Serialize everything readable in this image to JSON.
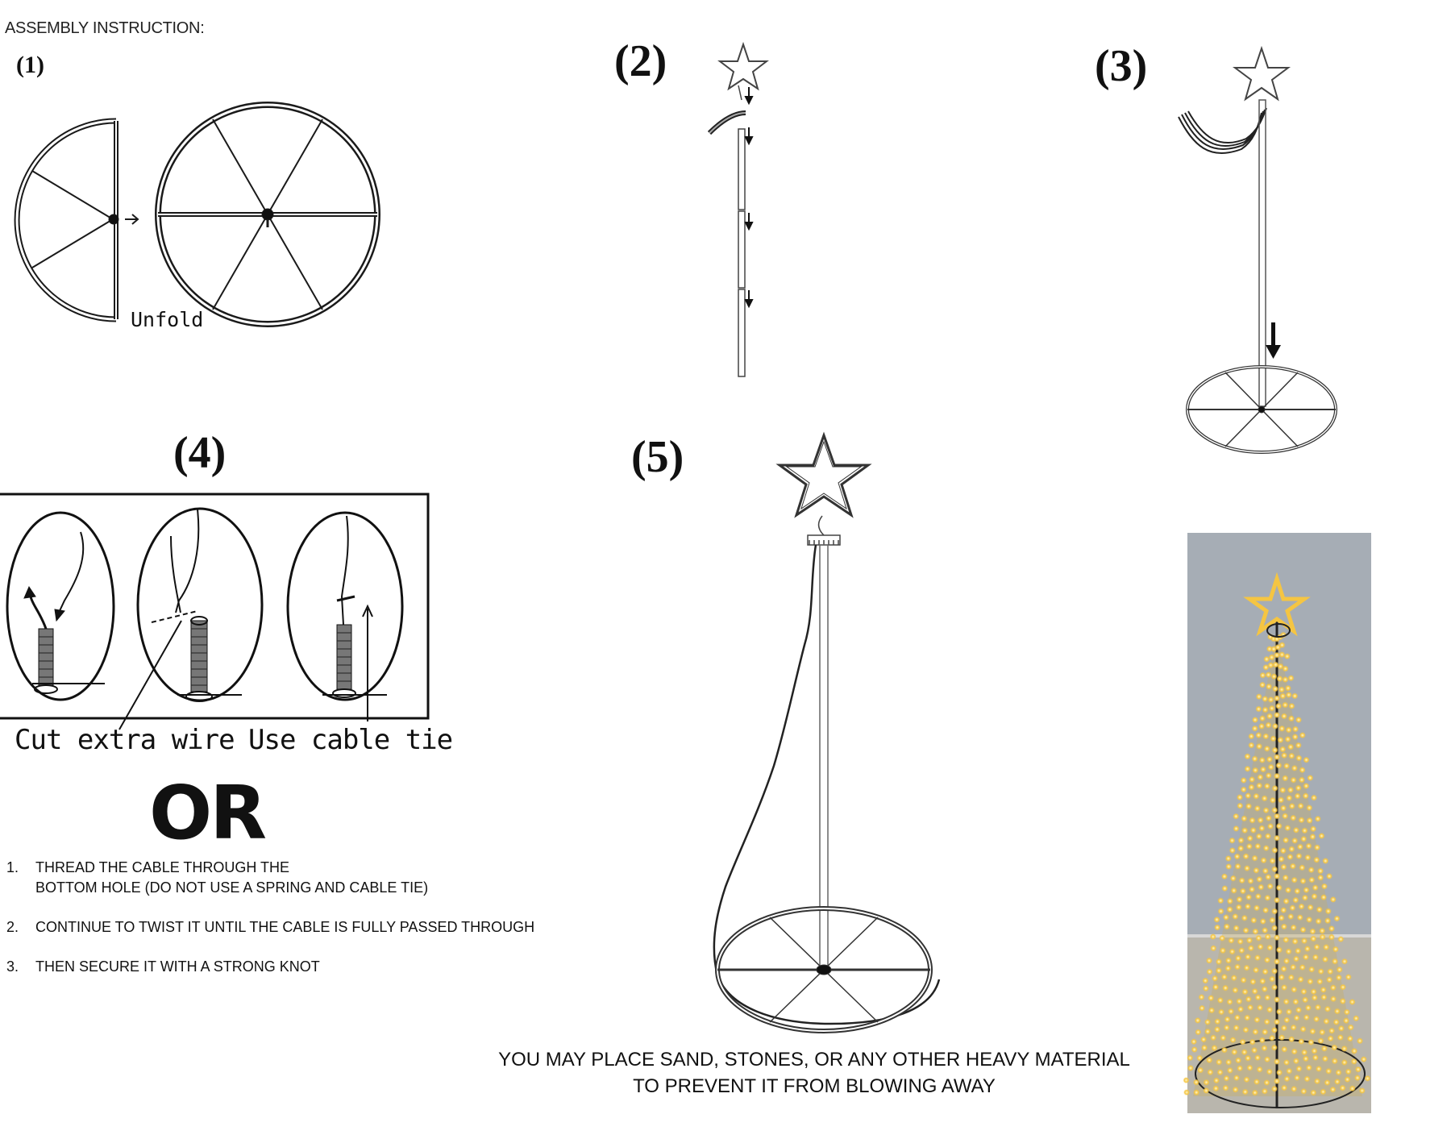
{
  "header": "ASSEMBLY INSTRUCTION:",
  "steps": {
    "s1": "(1)",
    "s2": "(2)",
    "s3": "(3)",
    "s4": "(4)",
    "s5": "(5)"
  },
  "unfold_label": "Unfold",
  "step4": {
    "cut_label": "Cut extra wire",
    "tie_label": "Use cable tie"
  },
  "or_label": "OR",
  "alternative": [
    {
      "num": "1.",
      "line1": "THREAD THE CABLE THROUGH THE",
      "line2": "BOTTOM HOLE (DO NOT USE A SPRING AND CABLE TIE)"
    },
    {
      "num": "2.",
      "line1": "CONTINUE TO TWIST IT UNTIL THE CABLE IS FULLY PASSED THROUGH"
    },
    {
      "num": "3.",
      "line1": "THEN SECURE IT WITH A STRONG KNOT"
    }
  ],
  "warning": {
    "line1": "YOU MAY PLACE SAND, STONES, OR ANY OTHER HEAVY MATERIAL",
    "line2": "TO PREVENT IT FROM BLOWING AWAY"
  },
  "colors": {
    "line": "#1a1a1a",
    "photo_bg": "#9aa0a6",
    "light": "#f5c542"
  }
}
